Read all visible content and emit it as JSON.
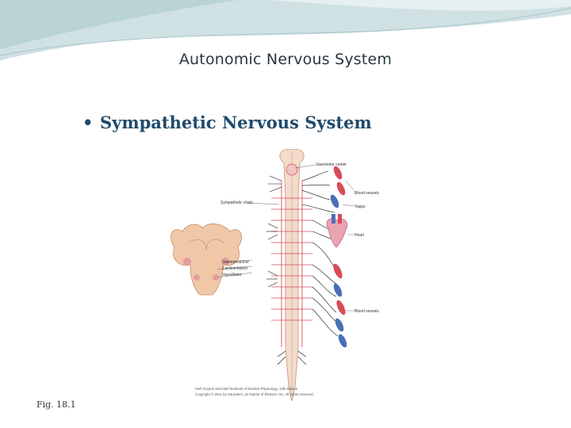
{
  "slide": {
    "title": "Autonomic Nervous System",
    "bullet": "Sympathetic Nervous System",
    "figure_caption": "Fig. 18.1"
  },
  "figure": {
    "labels": {
      "vasomotor_center": "Vasomotor center",
      "blood_vessels_top": "Blood vessels",
      "vagus": "Vagus",
      "heart": "Heart",
      "sympathetic_chain": "Sympathetic chain",
      "vasoconstrictor": "Vasoconstrictor",
      "cardioinhibitor": "Cardioinhibitor",
      "vasodilator": "Vasodilator",
      "blood_vessels_bottom": "Blood vessels"
    },
    "copyright_line1": "Hall: Guyton and Hall Textbook of Medical Physiology, 12th Edition",
    "copyright_line2": "Copyright © 2011 by Saunders, an imprint of Elsevier, Inc. All rights reserved."
  },
  "colors": {
    "title": "#2b3740",
    "bullet": "#1f4a6b",
    "swoosh": "#b9d3d6",
    "artery": "#d94a5a",
    "vein": "#4a6fb8",
    "nerve": "#111111",
    "spinal_cord": "#f3dccb",
    "brainstem": "#f0c8a8"
  }
}
